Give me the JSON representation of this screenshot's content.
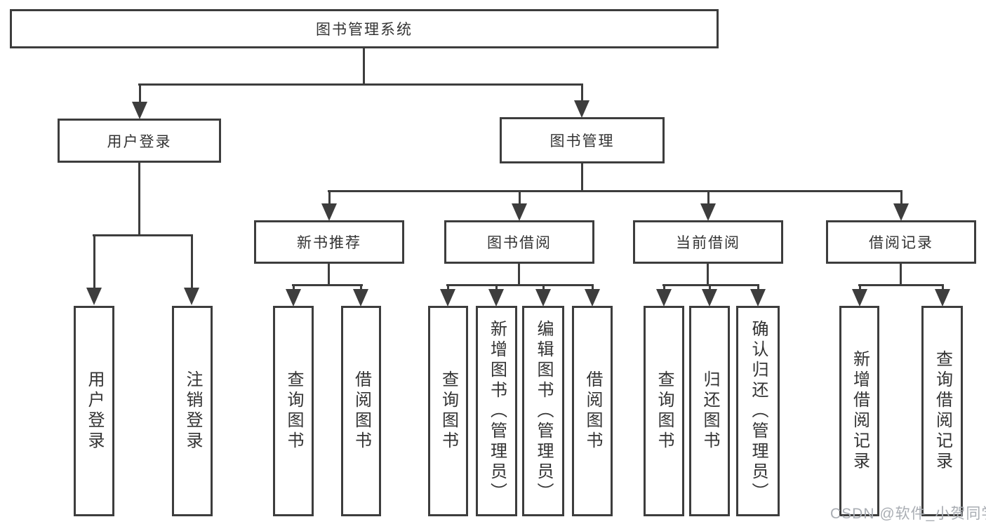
{
  "diagram_title": "图书管理系统",
  "nodes": {
    "root": "图书管理系统",
    "level2": [
      "用户登录",
      "图书管理"
    ],
    "level3": [
      "新书推荐",
      "图书借阅",
      "当前借阅",
      "借阅记录"
    ],
    "leaves": [
      "用户登录",
      "注销登录",
      "查询图书",
      "借阅图书",
      "查询图书",
      "新增图书（管理员）",
      "编辑图书（管理员）",
      "借阅图书",
      "查询图书",
      "归还图书",
      "确认归还（管理员）",
      "新增借阅记录",
      "查询借阅记录"
    ]
  },
  "structure": {
    "图书管理系统": [
      "用户登录",
      "图书管理"
    ],
    "用户登录": [
      "用户登录",
      "注销登录"
    ],
    "图书管理": [
      "新书推荐",
      "图书借阅",
      "当前借阅",
      "借阅记录"
    ],
    "新书推荐": [
      "查询图书",
      "借阅图书"
    ],
    "图书借阅": [
      "查询图书",
      "新增图书（管理员）",
      "编辑图书（管理员）",
      "借阅图书"
    ],
    "当前借阅": [
      "查询图书",
      "归还图书",
      "确认归还（管理员）"
    ],
    "借阅记录": [
      "新增借阅记录",
      "查询借阅记录"
    ]
  },
  "watermark": "CSDN @软件_小贺同学",
  "colors": {
    "line": "#3d3d3d",
    "text": "#333333",
    "watermark": "#a9adb3",
    "background": "#ffffff"
  }
}
